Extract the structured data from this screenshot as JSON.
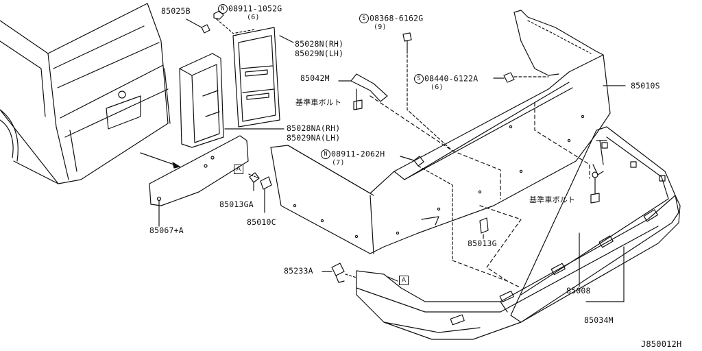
{
  "diagram_id": "J850012H",
  "reference_marker": "A",
  "standard_bolt_label": "基準車ボルト",
  "parts": [
    {
      "part_no": "85025B"
    },
    {
      "prefix": "N",
      "part_no": "08911-1052G",
      "qty": "(6)"
    },
    {
      "prefix": "S",
      "part_no": "08368-6162G",
      "qty": "(9)"
    },
    {
      "part_no": "85028N(RH)"
    },
    {
      "part_no": "85029N(LH)"
    },
    {
      "part_no": "85042M"
    },
    {
      "prefix": "S",
      "part_no": "08440-6122A",
      "qty": "(6)"
    },
    {
      "part_no": "85010S"
    },
    {
      "part_no": "85028NA(RH)"
    },
    {
      "part_no": "85029NA(LH)"
    },
    {
      "prefix": "N",
      "part_no": "08911-2062H",
      "qty": "(7)"
    },
    {
      "part_no": "85013GA"
    },
    {
      "part_no": "85010C"
    },
    {
      "part_no": "85067+A"
    },
    {
      "part_no": "85013G"
    },
    {
      "part_no": "85233A"
    },
    {
      "part_no": "85008"
    },
    {
      "part_no": "85034M"
    }
  ]
}
